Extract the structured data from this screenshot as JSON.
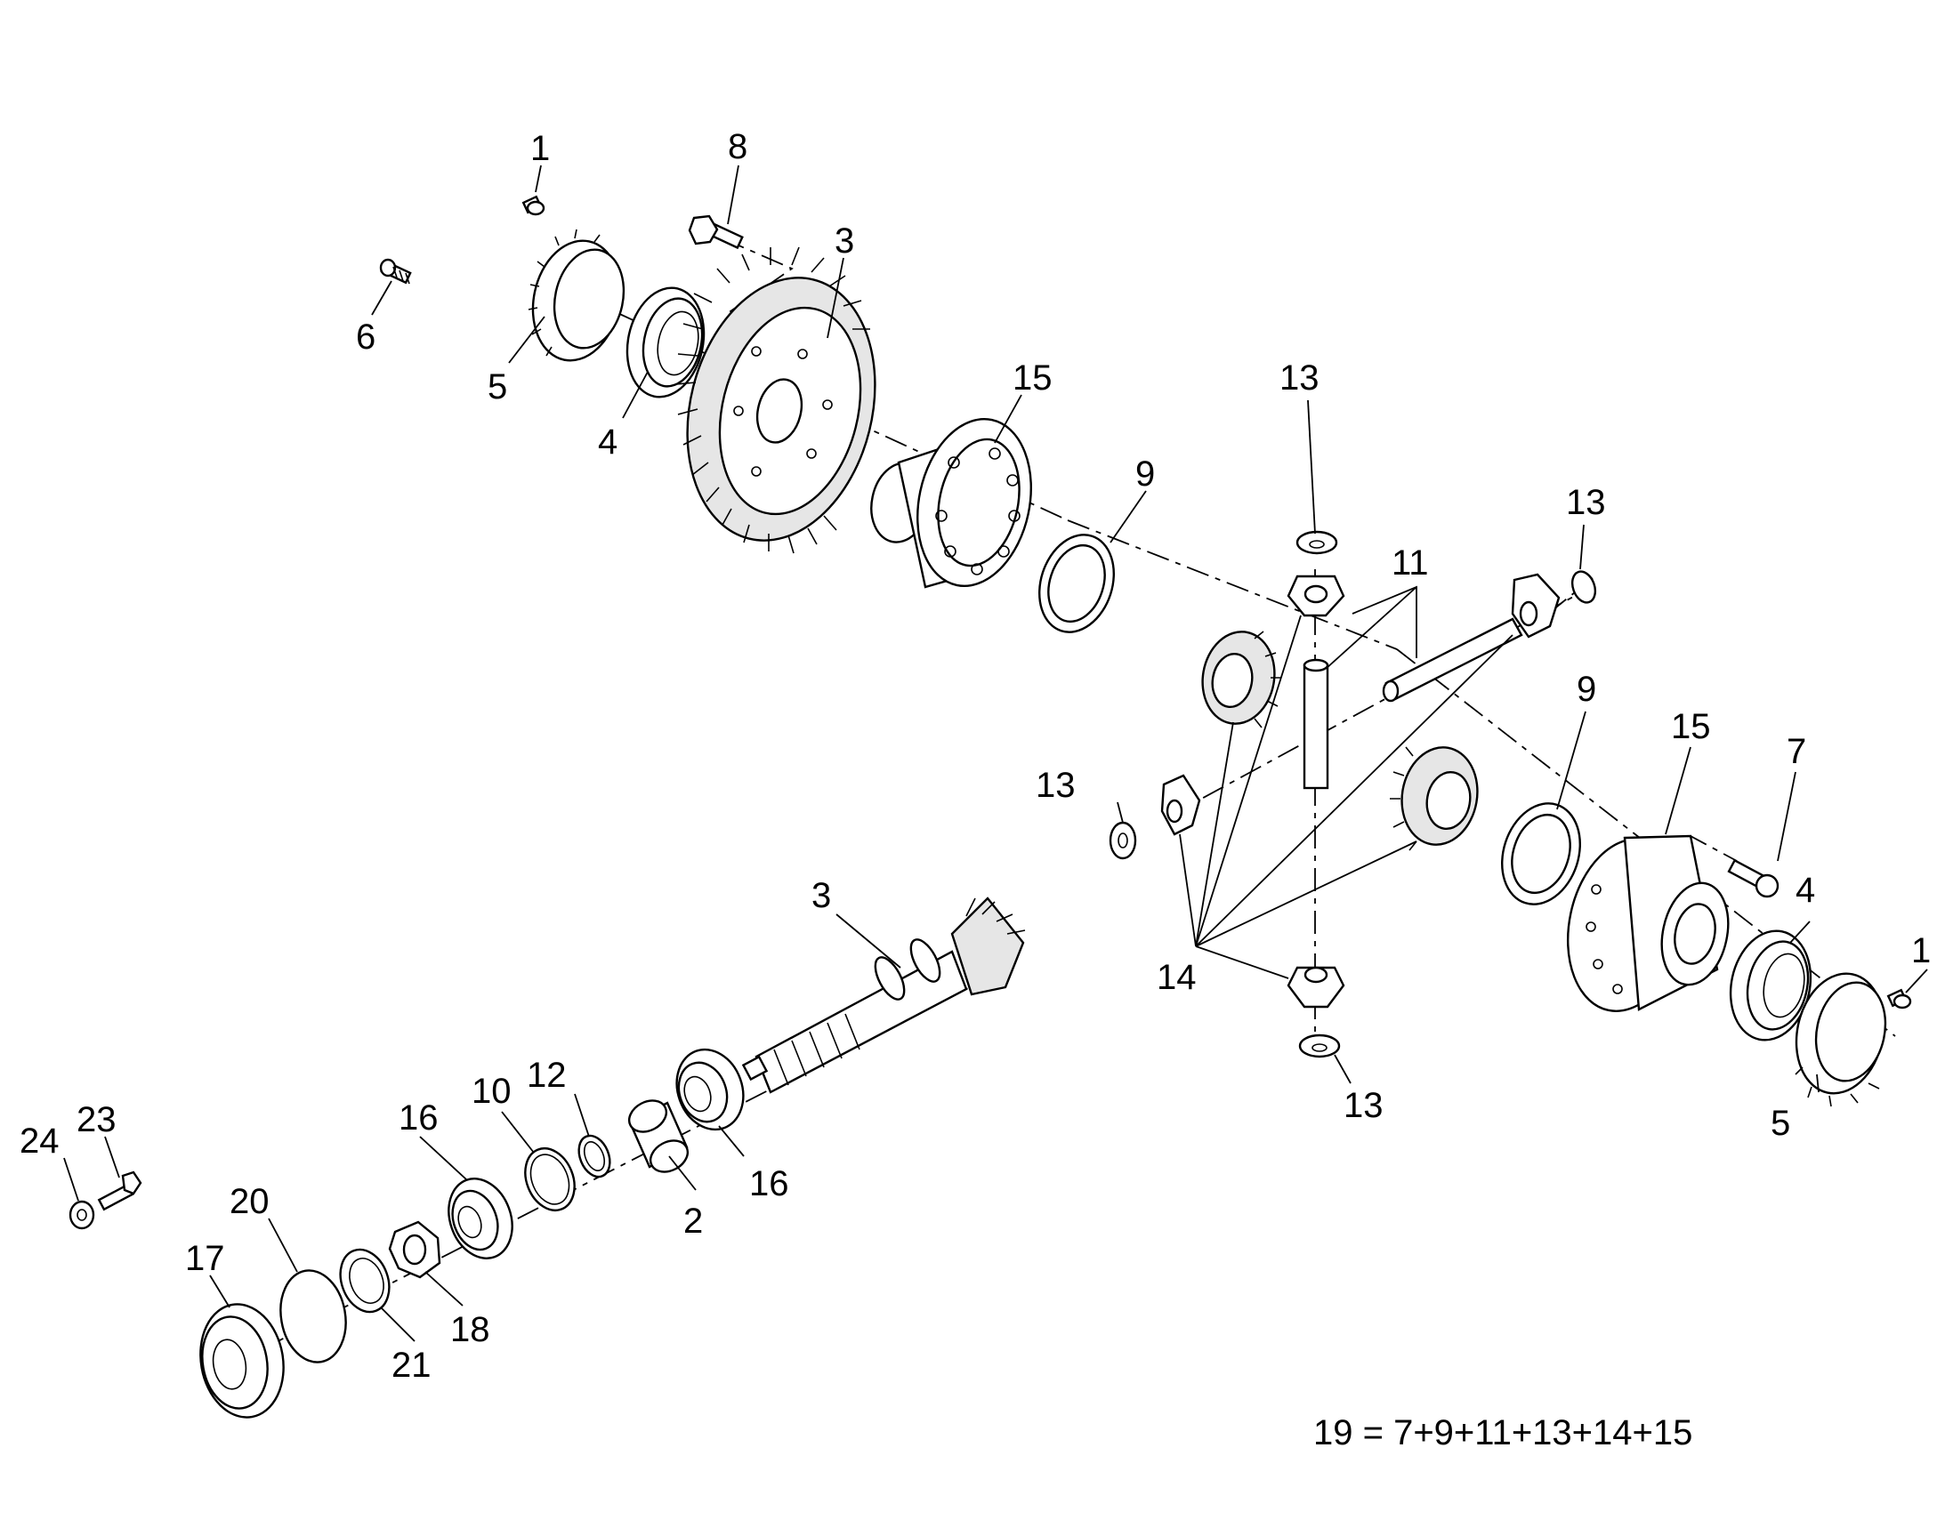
{
  "diagram": {
    "callouts": [
      {
        "id": "c1a",
        "text": "1"
      },
      {
        "id": "c8",
        "text": "8"
      },
      {
        "id": "c3a",
        "text": "3"
      },
      {
        "id": "c6",
        "text": "6"
      },
      {
        "id": "c5a",
        "text": "5"
      },
      {
        "id": "c4a",
        "text": "4"
      },
      {
        "id": "c15a",
        "text": "15"
      },
      {
        "id": "c9a",
        "text": "9"
      },
      {
        "id": "c13a",
        "text": "13"
      },
      {
        "id": "c13b",
        "text": "13"
      },
      {
        "id": "c11",
        "text": "11"
      },
      {
        "id": "c9b",
        "text": "9"
      },
      {
        "id": "c15b",
        "text": "15"
      },
      {
        "id": "c7",
        "text": "7"
      },
      {
        "id": "c13c",
        "text": "13"
      },
      {
        "id": "c4b",
        "text": "4"
      },
      {
        "id": "c1b",
        "text": "1"
      },
      {
        "id": "c14",
        "text": "14"
      },
      {
        "id": "c13d",
        "text": "13"
      },
      {
        "id": "c5b",
        "text": "5"
      },
      {
        "id": "c3b",
        "text": "3"
      },
      {
        "id": "c12",
        "text": "12"
      },
      {
        "id": "c10",
        "text": "10"
      },
      {
        "id": "c16a",
        "text": "16"
      },
      {
        "id": "c16b",
        "text": "16"
      },
      {
        "id": "c2",
        "text": "2"
      },
      {
        "id": "c24",
        "text": "24"
      },
      {
        "id": "c23",
        "text": "23"
      },
      {
        "id": "c20",
        "text": "20"
      },
      {
        "id": "c17",
        "text": "17"
      },
      {
        "id": "c18",
        "text": "18"
      },
      {
        "id": "c21",
        "text": "21"
      }
    ],
    "formula": "19 = 7+9+11+13+14+15"
  }
}
